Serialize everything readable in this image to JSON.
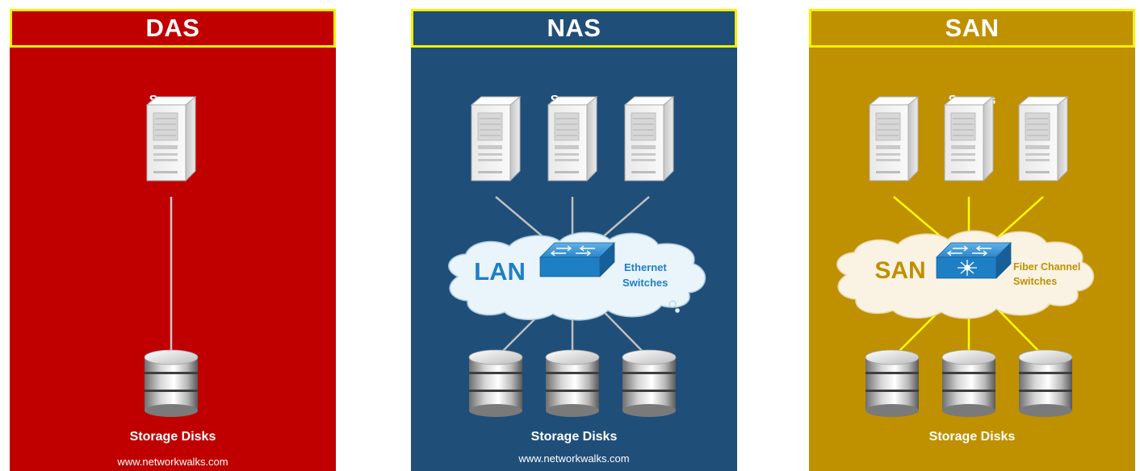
{
  "panels": [
    {
      "title": "DAS",
      "servers_label": "Servers",
      "storage_label": "Storage Disks",
      "watermark": "www.networkwalks.com",
      "color": "#c00000"
    },
    {
      "title": "NAS",
      "servers_label": "Servers",
      "storage_label": "Storage Disks",
      "watermark": "www.networkwalks.com",
      "color": "#1f4e79",
      "cloud_label": "LAN",
      "switch_label_line1": "Ethernet",
      "switch_label_line2": "Switches"
    },
    {
      "title": "SAN",
      "servers_label": "Servers",
      "storage_label": "Storage Disks",
      "color": "#bf9000",
      "cloud_label": "SAN",
      "switch_label_line1": "Fiber Channel",
      "switch_label_line2": "Switches"
    }
  ],
  "colors": {
    "header_border": "#f7f000",
    "nas_link": "#bfbfbf",
    "san_link": "#ffff00",
    "cloud_fill": "#eef6fb",
    "switch_blue": "#1f7fc4"
  }
}
